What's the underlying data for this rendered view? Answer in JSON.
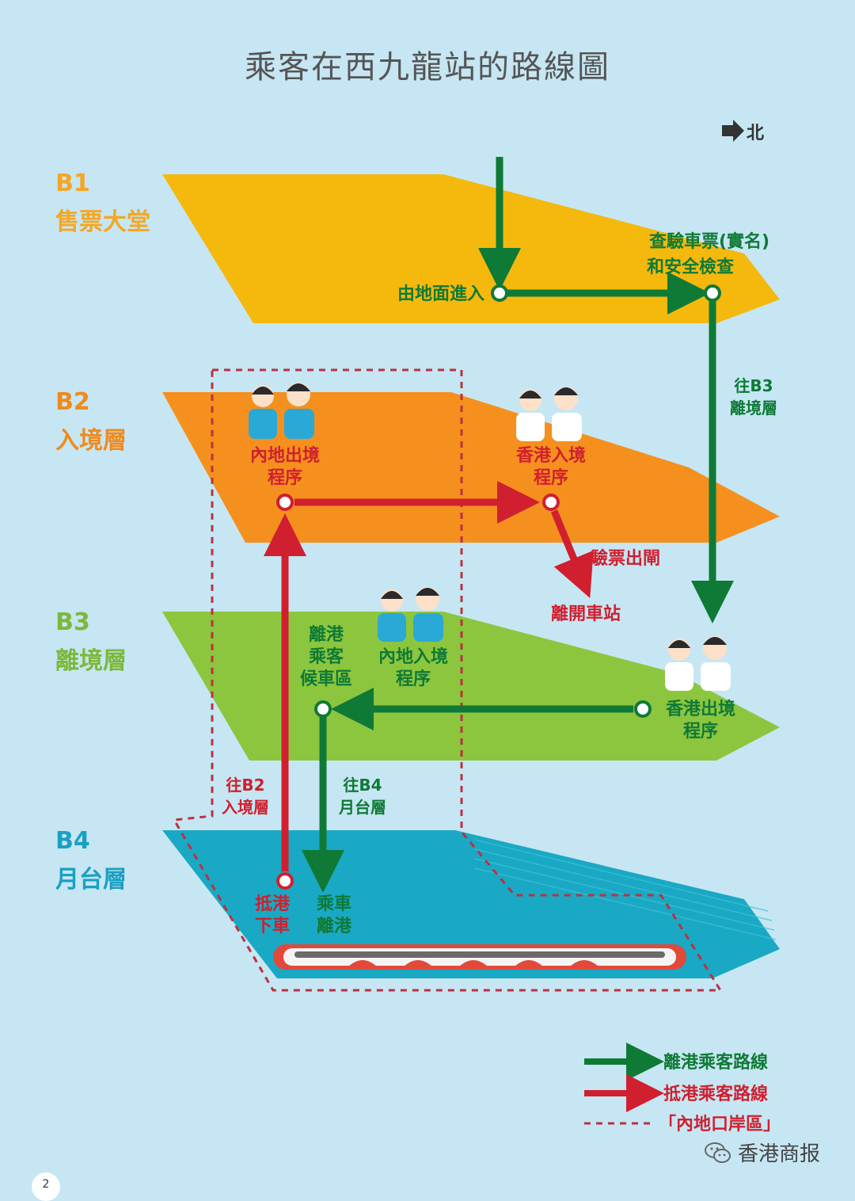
{
  "title": "乘客在西九龍站的路線圖",
  "north": "北",
  "floors": [
    {
      "code": "B1",
      "name": "售票大堂",
      "color": "#f5b80c"
    },
    {
      "code": "B2",
      "name": "入境層",
      "color": "#f5901e"
    },
    {
      "code": "B3",
      "name": "離境層",
      "color": "#8cc63f"
    },
    {
      "code": "B4",
      "name": "月台層",
      "color": "#1aa9c4"
    }
  ],
  "nodes": {
    "enter_ground": "由地面進入",
    "ticket_check_1": "查驗車票(實名)",
    "ticket_check_2": "和安全檢查",
    "to_b3_1": "往B3",
    "to_b3_2": "離境層",
    "mainland_exit_1": "內地出境",
    "mainland_exit_2": "程序",
    "hk_entry_1": "香港入境",
    "hk_entry_2": "程序",
    "ticket_gate": "驗票出閘",
    "leave_station": "離開車站",
    "waiting_1": "離港",
    "waiting_2": "乘客",
    "waiting_3": "候車區",
    "mainland_entry_1": "內地入境",
    "mainland_entry_2": "程序",
    "hk_exit_1": "香港出境",
    "hk_exit_2": "程序",
    "to_b2_1": "往B2",
    "to_b2_2": "入境層",
    "to_b4_1": "往B4",
    "to_b4_2": "月台層",
    "arrive_1": "抵港",
    "arrive_2": "下車",
    "board_1": "乘車",
    "board_2": "離港"
  },
  "legend": {
    "departing": "離港乘客路線",
    "arriving": "抵港乘客路線",
    "mainland_zone": "「內地口岸區」"
  },
  "colors": {
    "green_route": "#0f7a35",
    "red_route": "#d0202f",
    "dashed_zone": "#b8323f"
  },
  "page_number": "2",
  "watermark": "香港商报"
}
